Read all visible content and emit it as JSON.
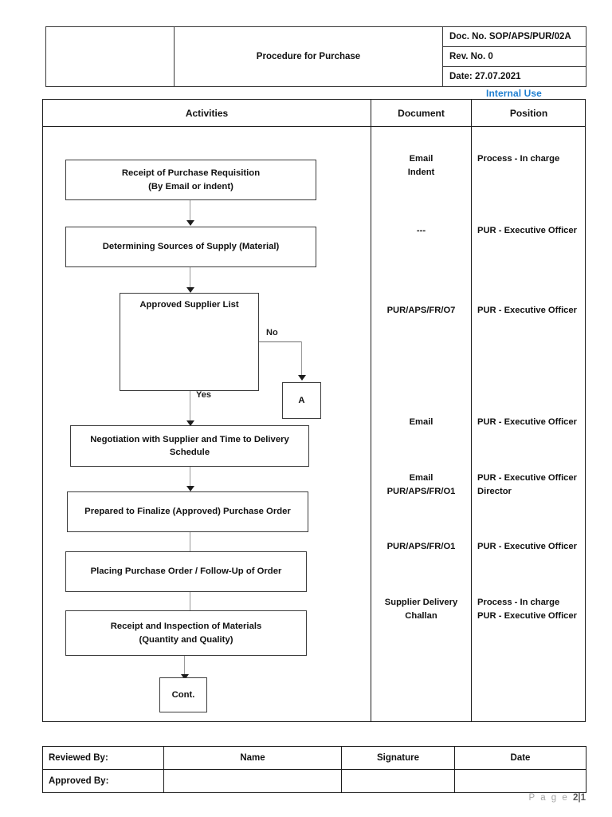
{
  "header": {
    "blank_cell": "",
    "title": "Procedure for Purchase",
    "doc_no": "Doc. No. SOP/APS/PUR/02A",
    "rev_no": "Rev. No. 0",
    "date": "Date: 27.07.2021",
    "classification": "Internal Use",
    "classification_color": "#1f7fd0"
  },
  "main_table": {
    "columns": {
      "activities": "Activities",
      "document": "Document",
      "position": "Position"
    },
    "rows": [
      {
        "activity_lines": [
          "Receipt of Purchase Requisition",
          "(By Email or indent)"
        ],
        "document_lines": [
          "Email",
          "Indent"
        ],
        "position_lines": [
          "Process - In charge"
        ]
      },
      {
        "activity_lines": [
          "Determining Sources of Supply (Material)"
        ],
        "document_lines": [
          "---"
        ],
        "position_lines": [
          "PUR - Executive Officer"
        ]
      },
      {
        "activity_lines": [
          "Approved Supplier List"
        ],
        "document_lines": [
          "PUR/APS/FR/O7"
        ],
        "position_lines": [
          "PUR - Executive Officer"
        ]
      },
      {
        "activity_lines": [
          "Negotiation with Supplier and Time to Delivery",
          "Schedule"
        ],
        "document_lines": [
          "Email"
        ],
        "position_lines": [
          "PUR - Executive Officer"
        ]
      },
      {
        "activity_lines": [
          "Prepared to Finalize (Approved) Purchase Order"
        ],
        "document_lines": [
          "Email",
          "PUR/APS/FR/O1"
        ],
        "position_lines": [
          "PUR - Executive Officer",
          "Director"
        ]
      },
      {
        "activity_lines": [
          "Placing Purchase Order / Follow-Up of Order"
        ],
        "document_lines": [
          "PUR/APS/FR/O1"
        ],
        "position_lines": [
          "PUR - Executive Officer"
        ]
      },
      {
        "activity_lines": [
          "Receipt and Inspection of Materials",
          "(Quantity and Quality)"
        ],
        "document_lines": [
          "Supplier Delivery",
          "Challan"
        ],
        "position_lines": [
          "Process - In charge",
          "PUR - Executive Officer"
        ]
      }
    ],
    "connector_box": "Cont.",
    "offpage_connector": "A",
    "branch_labels": {
      "no": "No",
      "yes": "Yes"
    }
  },
  "signature_table": {
    "header": {
      "label": "Reviewed By:",
      "name": "Name",
      "signature": "Signature",
      "date": "Date"
    },
    "row": {
      "label": "Approved By:",
      "name": "",
      "signature": "",
      "date": ""
    }
  },
  "footer": {
    "page_word": "P a g e ",
    "current_page": "2",
    "separator": "|",
    "total_pages": "1"
  }
}
